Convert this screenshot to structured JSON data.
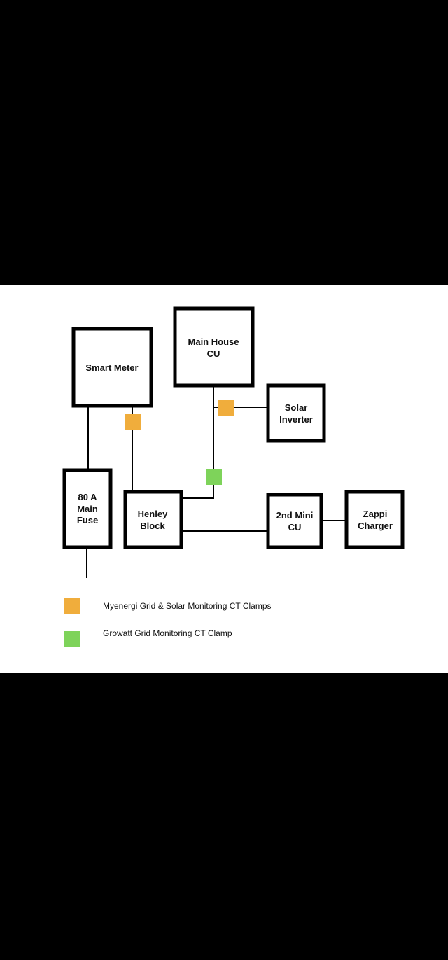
{
  "colors": {
    "myenergi": "#F0AD3C",
    "growatt": "#7ED35A"
  },
  "nodes": {
    "smart_meter": {
      "line1": "Smart Meter"
    },
    "main_house_cu": {
      "line1": "Main House",
      "line2": "CU"
    },
    "solar_inverter": {
      "line1": "Solar",
      "line2": "Inverter"
    },
    "main_fuse": {
      "line1": "80 A",
      "line2": "Main",
      "line3": "Fuse"
    },
    "henley_block": {
      "line1": "Henley",
      "line2": "Block"
    },
    "mini_cu": {
      "line1": "2nd Mini",
      "line2": "CU"
    },
    "zappi": {
      "line1": "Zappi",
      "line2": "Charger"
    }
  },
  "legend": [
    {
      "color": "#F0AD3C",
      "label": "Myenergi Grid & Solar Monitoring CT Clamps"
    },
    {
      "color": "#7ED35A",
      "label": "Growatt Grid Monitoring CT Clamp"
    }
  ]
}
